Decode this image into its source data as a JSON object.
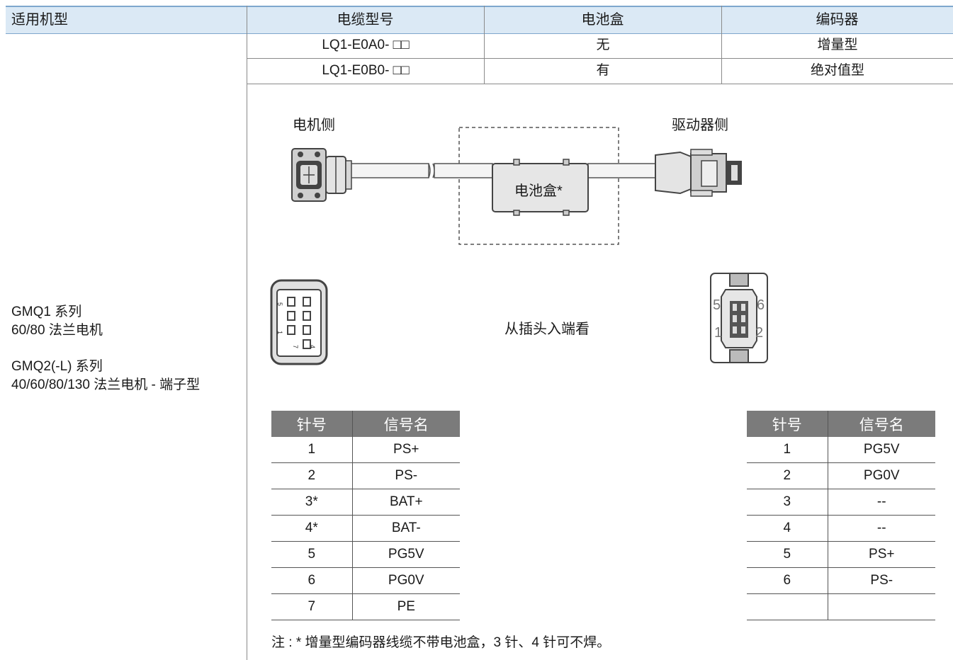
{
  "header": {
    "col1": "适用机型",
    "col2": "电缆型号",
    "col3": "电池盒",
    "col4": "编码器"
  },
  "rows": [
    {
      "model": "LQ1-E0A0- □□",
      "battery": "无",
      "encoder": "增量型"
    },
    {
      "model": "LQ1-E0B0- □□",
      "battery": "有",
      "encoder": "绝对值型"
    }
  ],
  "applicable": {
    "line1": "GMQ1 系列",
    "line2": "60/80 法兰电机",
    "line3": "GMQ2(-L) 系列",
    "line4": "40/60/80/130 法兰电机 - 端子型"
  },
  "diagram": {
    "motor_side": "电机侧",
    "driver_side": "驱动器侧",
    "battery_box": "电池盒*",
    "view_from_plug": "从插头入端看",
    "motor_pin_labels": [
      "5",
      "1",
      "7",
      "4"
    ],
    "driver_pin_labels": [
      "5",
      "6",
      "1",
      "2"
    ]
  },
  "left_table": {
    "headers": [
      "针号",
      "信号名"
    ],
    "rows": [
      [
        "1",
        "PS+"
      ],
      [
        "2",
        "PS-"
      ],
      [
        "3*",
        "BAT+"
      ],
      [
        "4*",
        "BAT-"
      ],
      [
        "5",
        "PG5V"
      ],
      [
        "6",
        "PG0V"
      ],
      [
        "7",
        "PE"
      ]
    ]
  },
  "right_table": {
    "headers": [
      "针号",
      "信号名"
    ],
    "rows": [
      [
        "1",
        "PG5V"
      ],
      [
        "2",
        "PG0V"
      ],
      [
        "3",
        "--"
      ],
      [
        "4",
        "--"
      ],
      [
        "5",
        "PS+"
      ],
      [
        "6",
        "PS-"
      ],
      [
        "",
        ""
      ]
    ]
  },
  "note": "注 : * 增量型编码器线缆不带电池盒，3 针、4 针可不焊。",
  "colors": {
    "header_bg": "#dbe9f5",
    "header_border": "#7ea7cd",
    "table_header_bg": "#7b7b7b"
  }
}
